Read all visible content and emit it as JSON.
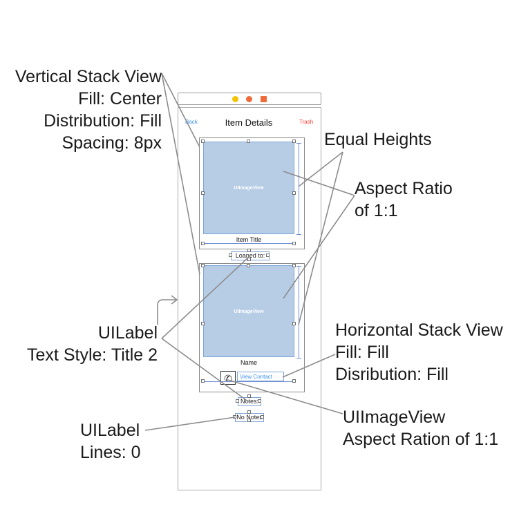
{
  "annotations": {
    "vstack": [
      "Vertical Stack View",
      "Fill: Center",
      "Distribution: Fill",
      "Spacing: 8px"
    ],
    "equal_heights": "Equal Heights",
    "aspect": [
      "Aspect Ratio",
      "of 1:1"
    ],
    "uilabel_title": [
      "UILabel",
      "Text Style: Title 2"
    ],
    "hstack": [
      "Horizontal Stack View",
      "Fill: Fill",
      "Disribution: Fill"
    ],
    "imageview": [
      "UIImageView",
      "Aspect Ration of 1:1"
    ],
    "uilabel_lines": [
      "UILabel",
      "Lines: 0"
    ]
  },
  "device": {
    "nav": {
      "back": "Back",
      "title": "Item Details",
      "trash": "Trash"
    },
    "top_bar_dot_colors": [
      "#f5c400",
      "#ef6b3a",
      "#ef6b3a"
    ],
    "image_label": "UIImageView",
    "item_title": "Item Title",
    "loaned_to": "Loaned to:",
    "name": "Name",
    "view_contact": "View Contact",
    "notes": "Notes:",
    "no_notes": "No Notes"
  },
  "colors": {
    "image_fill": "#b7cde6",
    "constraint": "#6f8fd6",
    "link": "#3a8ff0",
    "trash": "#ff3b30"
  }
}
